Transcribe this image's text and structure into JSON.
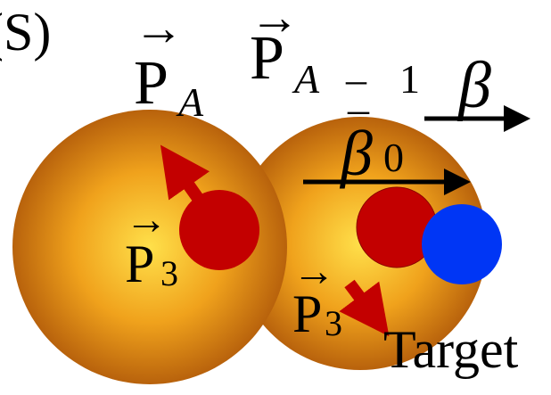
{
  "colors": {
    "nucleus_center": "#ffe04a",
    "nucleus_mid": "#f0a21c",
    "nucleus_edge": "#b8620c",
    "nucleon_red": "#c30000",
    "nucleon_blue": "#0036f5",
    "arrow_black": "#000000",
    "arrow_red": "#c30000"
  },
  "icons": {
    "projectile_nucleus": "orange-sphere",
    "target_nucleus": "orange-sphere",
    "nucleon": "red-circle",
    "target_nucleon": "blue-circle"
  },
  "labels": {
    "panel_tag": "(S)",
    "vec_arrow": "→",
    "momentum_symbol": "P",
    "sub_A": "A",
    "minus_sign": "–",
    "minus_one": "1",
    "beta": "β",
    "beta0_symbol": "β",
    "beta0_bar": "–",
    "beta0_sub": "0",
    "sub_3": "3",
    "target": "Target"
  }
}
